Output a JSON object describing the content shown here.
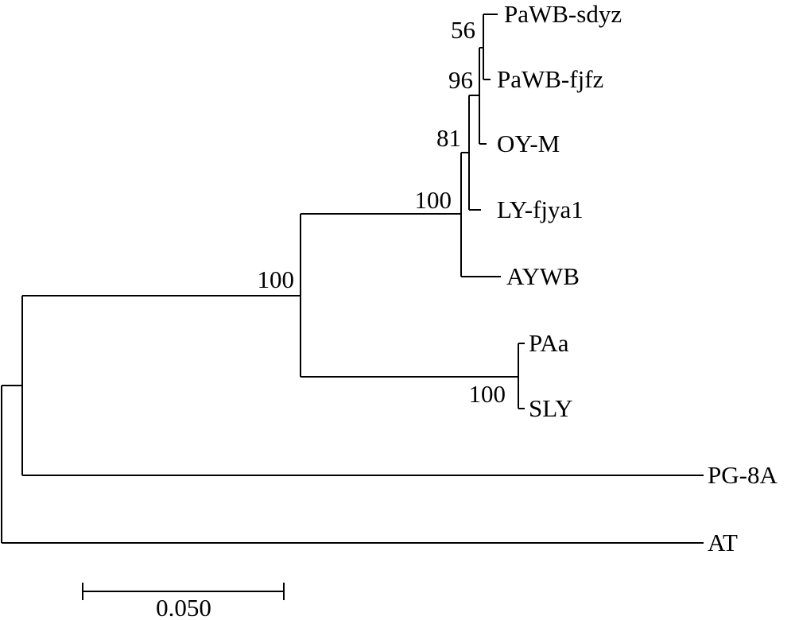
{
  "tree": {
    "taxa": [
      {
        "id": "t1",
        "label": "PaWB-sdyz"
      },
      {
        "id": "t2",
        "label": "PaWB-fjfz"
      },
      {
        "id": "t3",
        "label": "OY-M"
      },
      {
        "id": "t4",
        "label": "LY-fjya1"
      },
      {
        "id": "t5",
        "label": "AYWB"
      },
      {
        "id": "t6",
        "label": "PAa"
      },
      {
        "id": "t7",
        "label": "SLY"
      },
      {
        "id": "t8",
        "label": "PG-8A"
      },
      {
        "id": "t9",
        "label": "AT"
      }
    ],
    "bootstrap": [
      {
        "id": "b1",
        "label": "56"
      },
      {
        "id": "b2",
        "label": "96"
      },
      {
        "id": "b3",
        "label": "81"
      },
      {
        "id": "b4",
        "label": "100"
      },
      {
        "id": "b5",
        "label": "100"
      },
      {
        "id": "b6",
        "label": "100"
      }
    ],
    "scale_bar": {
      "label": "0.050",
      "value": 0.05
    }
  }
}
